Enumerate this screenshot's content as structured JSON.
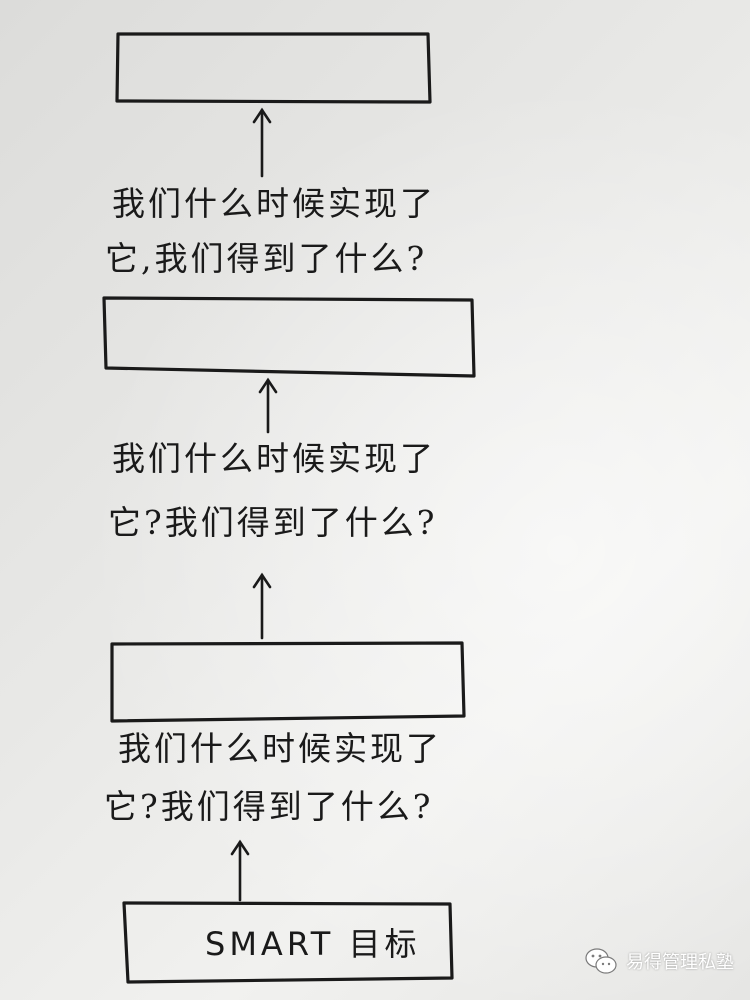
{
  "steps": [
    {
      "question_line1": "我们什么时候实现了",
      "question_line2": "它,我们得到了什么?"
    },
    {
      "question_line1": "我们什么时候实现了",
      "question_line2": "它?我们得到了什么?"
    },
    {
      "question_line1": "我们什么时候实现了",
      "question_line2": "它?我们得到了什么?"
    }
  ],
  "goal": {
    "label": "SMART 目标"
  },
  "watermark": {
    "text": "易得管理私塾",
    "icon": "wechat-icon"
  }
}
